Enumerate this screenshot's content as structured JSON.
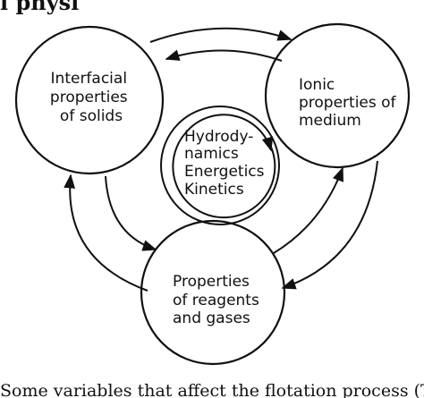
{
  "top_fragment": "l  physi",
  "nodes": {
    "interfacial": {
      "lines": [
        "Interfacial",
        "properties",
        "of solids"
      ]
    },
    "ionic": {
      "lines": [
        "Ionic",
        "properties of",
        "medium"
      ]
    },
    "reagents": {
      "lines": [
        "Properties",
        "of reagents",
        "and gases"
      ]
    }
  },
  "center": {
    "lines": [
      "Hydrody-",
      "namics",
      "Energetics",
      "Kinetics"
    ]
  },
  "bottom_fragment": "Some variables that affect the flotation process (The",
  "colors": {
    "ink": "#111111",
    "background": "#ffffff"
  }
}
